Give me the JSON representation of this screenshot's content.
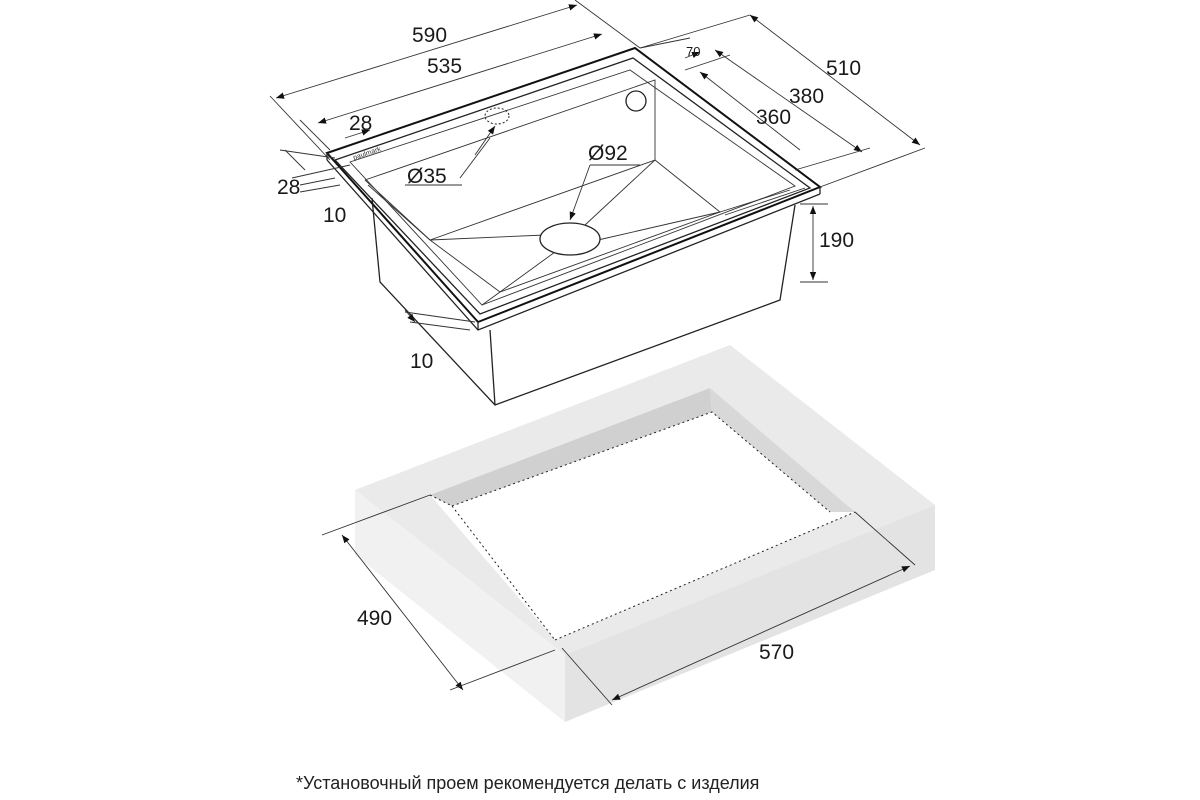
{
  "brand": "paulmark",
  "dimensions": {
    "overall_width": "590",
    "inner_width": "535",
    "rim_left": "28",
    "faucet_offset": "70",
    "overall_depth": "510",
    "depth_380": "380",
    "inner_depth": "360",
    "drain_diameter": "Ø92",
    "faucet_hole_diameter": "Ø35",
    "rim_front": "28",
    "rim_height_top": "10",
    "bowl_depth": "190",
    "rim_height_bottom": "10",
    "cutout_depth": "490",
    "cutout_width": "570"
  },
  "footnote": "*Установочный проем рекомендуется делать с изделия",
  "colors": {
    "line": "#222222",
    "countertop": "#e8e8e8",
    "cutout_wall": "#d2d2d2"
  }
}
